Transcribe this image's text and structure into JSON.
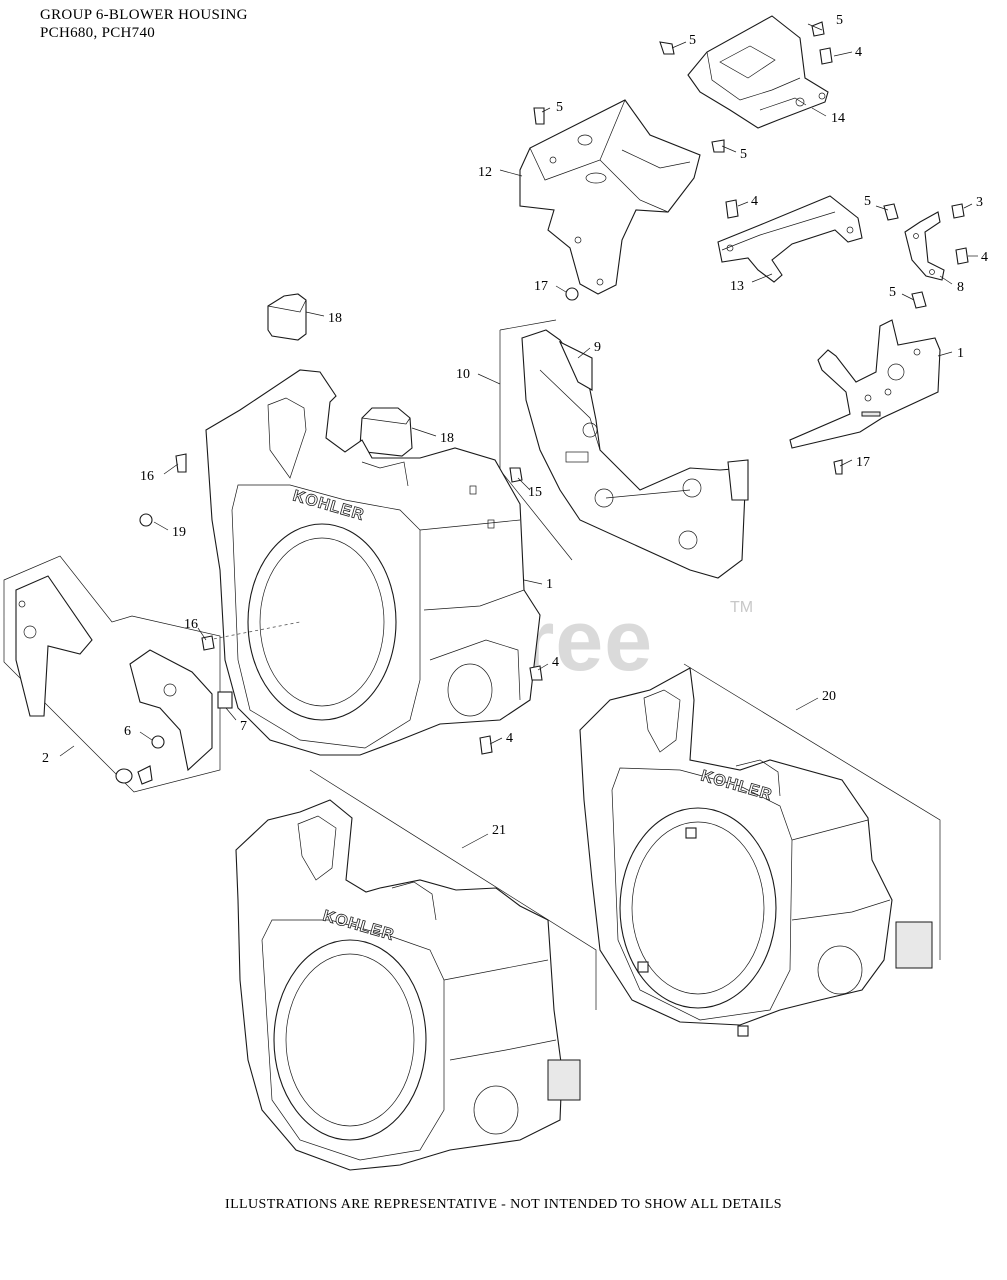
{
  "header": {
    "line1": "GROUP 6-BLOWER HOUSING",
    "line2": "PCH680, PCH740"
  },
  "footer": {
    "note": "ILLUSTRATIONS ARE REPRESENTATIVE - NOT INTENDED TO SHOW ALL DETAILS"
  },
  "watermark": {
    "text": "PartsTree",
    "mark": "TM"
  },
  "brand": {
    "label": "KOHLER"
  },
  "callouts": [
    "5",
    "5",
    "4",
    "5",
    "14",
    "12",
    "5",
    "4",
    "5",
    "3",
    "4",
    "13",
    "8",
    "17",
    "18",
    "5",
    "9",
    "1",
    "10",
    "18",
    "17",
    "16",
    "15",
    "19",
    "1",
    "16",
    "4",
    "7",
    "6",
    "4",
    "2",
    "20",
    "21"
  ]
}
